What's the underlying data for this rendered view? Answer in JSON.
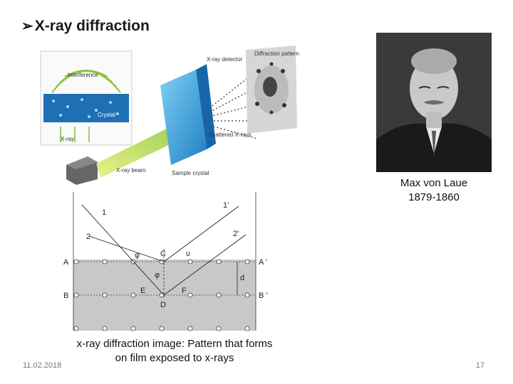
{
  "slide": {
    "title": "X-ray diffraction",
    "date": "11.02.2018",
    "page_number": "17"
  },
  "top_figure": {
    "labels": {
      "interference": "Interference",
      "crystal": "Crystal",
      "xray": "X-ray",
      "detector": "X-ray\ndetector",
      "pattern": "Diffraction\npattern",
      "scattered": "Scattered\nX-rays",
      "beam": "X-ray\nbeam",
      "sample": "Sample\ncrystal"
    }
  },
  "bottom_figure": {
    "labels": {
      "ray1": "1",
      "ray2": "2",
      "ray1p": "1'",
      "ray2p": "2'",
      "A": "A",
      "Ap": "A '",
      "B": "B",
      "Bp": "B '",
      "C": "C",
      "D": "D",
      "E": "E",
      "F": "F",
      "d": "d",
      "phi": "φ",
      "theta": "υ"
    }
  },
  "portrait": {
    "name": "Max von Laue",
    "years": "1879-1860"
  },
  "caption": {
    "line1": "x-ray diffraction image: Pattern that forms",
    "line2": "on film exposed to x-rays"
  }
}
